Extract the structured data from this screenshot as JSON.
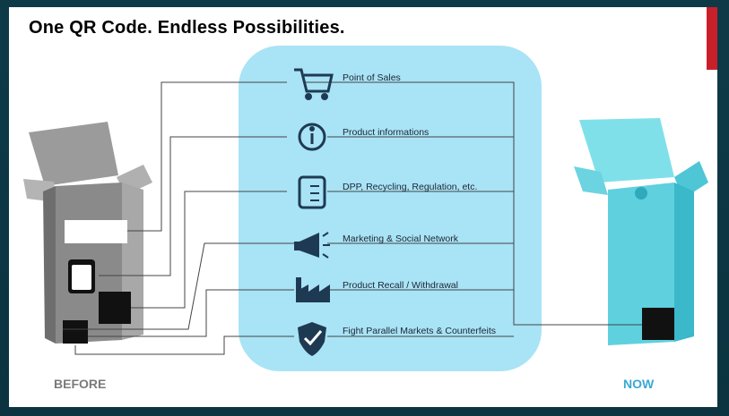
{
  "title": "One QR Code. Endless Possibilities.",
  "items": [
    {
      "label": "Point of Sales",
      "icon": "shopping-cart-icon"
    },
    {
      "label": "Product informations",
      "icon": "info-icon"
    },
    {
      "label": "DPP, Recycling, Regulation, etc.",
      "icon": "document-checklist-icon"
    },
    {
      "label": "Marketing & Social Network",
      "icon": "megaphone-icon"
    },
    {
      "label": "Product Recall / Withdrawal",
      "icon": "factory-icon"
    },
    {
      "label": "Fight Parallel Markets & Counterfeits",
      "icon": "shield-check-icon"
    }
  ],
  "footer": {
    "before": "BEFORE",
    "now": "NOW"
  },
  "colors": {
    "panel": "#a9e3f6",
    "before_box": "#9b9b9b",
    "now_box": "#5fd0de",
    "icon": "#1e3a52",
    "before_label": "#7a7a7a",
    "now_label": "#3aa8d2",
    "accent_red": "#c8202a"
  }
}
